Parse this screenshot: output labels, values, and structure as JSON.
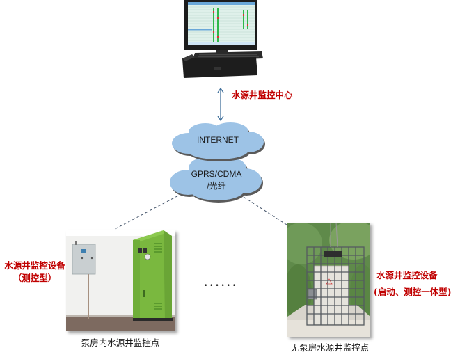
{
  "diagram": {
    "center": {
      "label": "水源井监控中心",
      "icon": "computer-workstation-icon"
    },
    "clouds": [
      {
        "label": "INTERNET",
        "icon": "cloud-icon"
      },
      {
        "label_line1": "GPRS/CDMA",
        "label_line2": "/光纤",
        "icon": "cloud-icon"
      }
    ],
    "sites": [
      {
        "caption": "泵房内水源井监控点",
        "device_label_line1": "水源井监控设备",
        "device_label_line2": "（测控型）"
      },
      {
        "caption": "无泵房水源井监控点",
        "device_label_line1": "水源井监控设备",
        "device_label_line2": "(启动、测控一体型)"
      }
    ],
    "ellipsis": "• • • • • •",
    "colors": {
      "label_red": "#c00000",
      "cloud_fill": "#9dc3e6",
      "arrow": "#41719c",
      "dashed_line": "#44546a"
    }
  }
}
